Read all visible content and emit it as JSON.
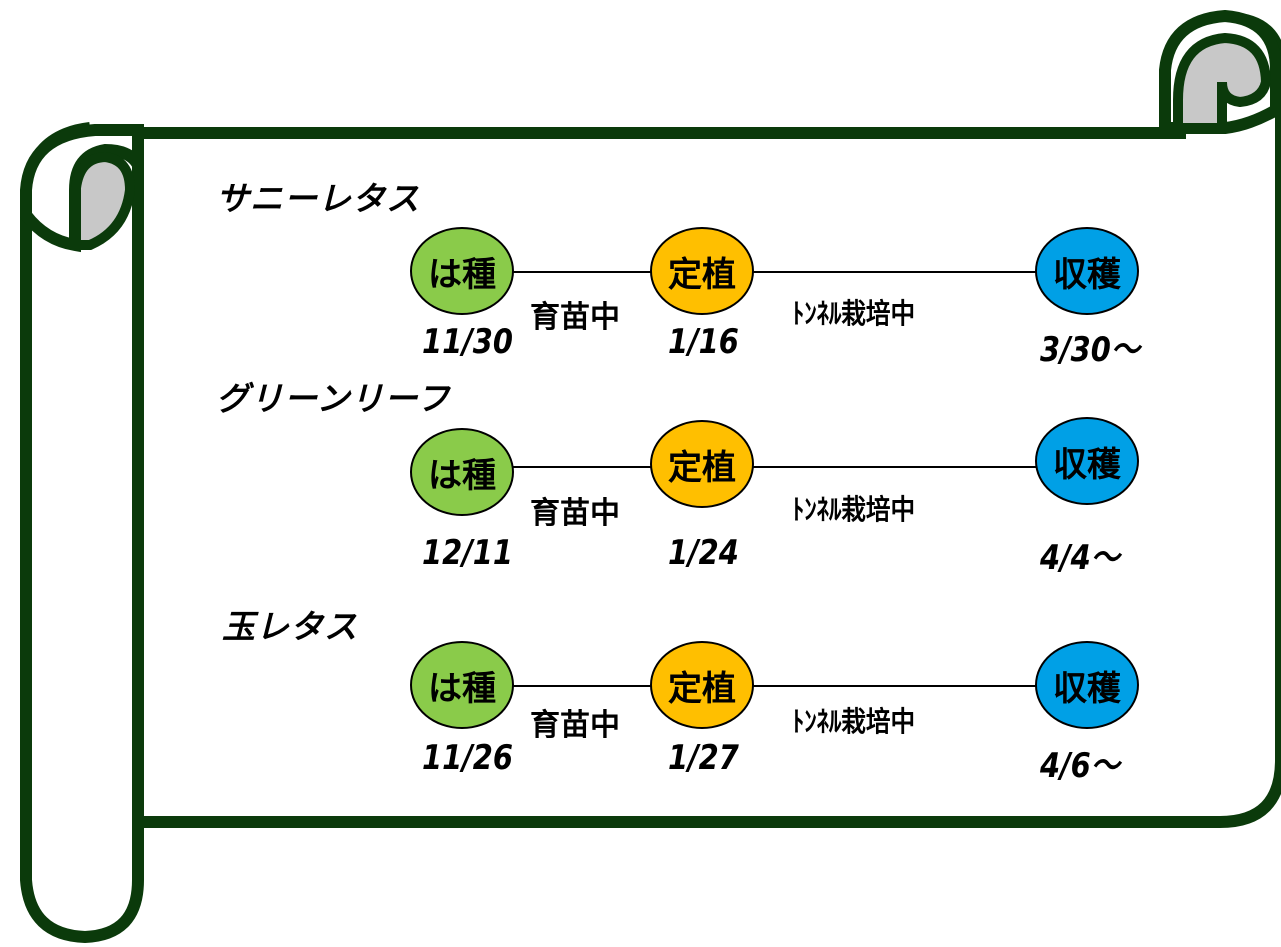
{
  "colors": {
    "scroll_border": "#0b3a0b",
    "scroll_curl_fill": "#c8c8c8",
    "sowing": "#8acb4a",
    "planting": "#ffbf00",
    "harvest": "#00a0e6"
  },
  "stage_labels": {
    "sowing": "は種",
    "planting": "定植",
    "harvest": "収穫"
  },
  "period_labels": {
    "seedling": "育苗中",
    "tunnel": "ﾄﾝﾈﾙ栽培中"
  },
  "crops": [
    {
      "name": "サニーレタス",
      "sowing_date": "11/30",
      "planting_date": "1/16",
      "harvest_date": "3/30～"
    },
    {
      "name": "グリーンリーフ",
      "sowing_date": "12/11",
      "planting_date": "1/24",
      "harvest_date": "4/4～"
    },
    {
      "name": "玉レタス",
      "sowing_date": "11/26",
      "planting_date": "1/27",
      "harvest_date": "4/6～"
    }
  ]
}
